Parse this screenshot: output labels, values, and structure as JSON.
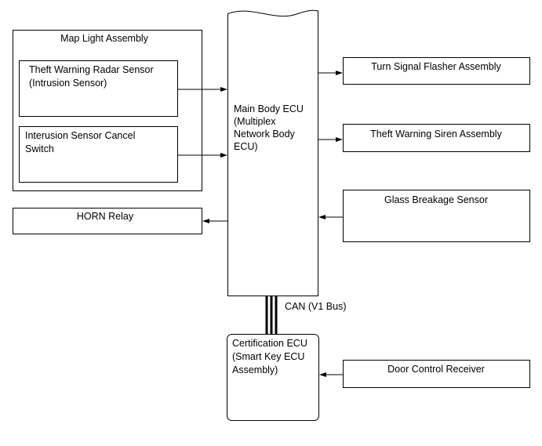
{
  "diagram": {
    "map_light_assembly": "Map Light Assembly",
    "radar_sensor": {
      "line1": "Theft Warning Radar Sensor",
      "line2": "(Intrusion Sensor)"
    },
    "cancel_switch": {
      "line1": "Interusion Sensor Cancel",
      "line2": "Switch"
    },
    "horn_relay": "HORN Relay",
    "main_body_ecu": {
      "line1": "Main Body ECU",
      "line2": "(Multiplex",
      "line3": "Network Body",
      "line4": "ECU)"
    },
    "turn_signal_flasher": "Turn Signal Flasher Assembly",
    "theft_warning_siren": "Theft Warning Siren Assembly",
    "glass_breakage_sensor": "Glass Breakage Sensor",
    "can_bus_label": "CAN (V1 Bus)",
    "certification_ecu": {
      "line1": "Certification ECU",
      "line2": "(Smart Key ECU",
      "line3": "Assembly)"
    },
    "door_control_receiver": "Door Control Receiver"
  }
}
